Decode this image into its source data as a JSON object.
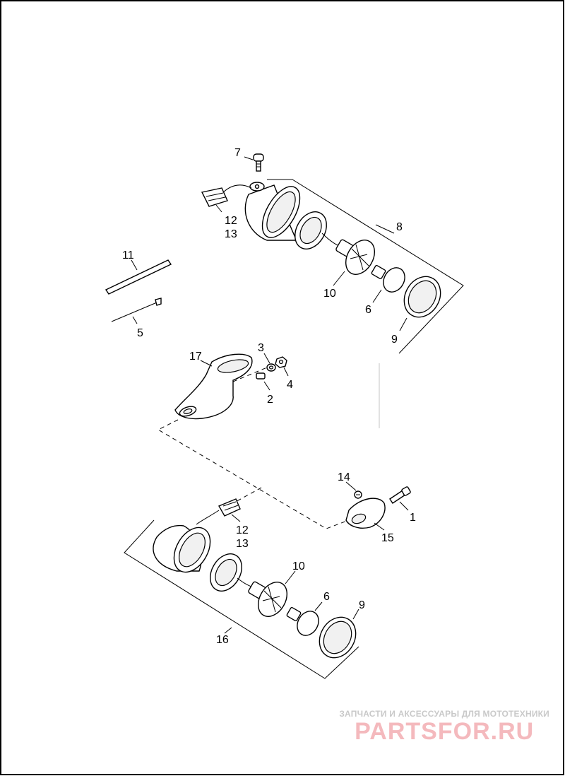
{
  "diagram": {
    "callouts": {
      "c1": "1",
      "c2": "2",
      "c3": "3",
      "c4": "4",
      "c5": "5",
      "c6a": "6",
      "c6b": "6",
      "c7": "7",
      "c8": "8",
      "c9a": "9",
      "c9b": "9",
      "c10a": "10",
      "c10b": "10",
      "c11": "11",
      "c12a": "12",
      "c13a": "13",
      "c12b": "12",
      "c13b": "13",
      "c14": "14",
      "c15": "15",
      "c16": "16",
      "c17": "17"
    }
  },
  "watermark": {
    "caption": "ЗАПЧАСТИ И АКСЕССУАРЫ ДЛЯ МОТОТЕХНИКИ",
    "brand": "PARTSFOR.RU",
    "brand_color": "#f4b9bd",
    "caption_color": "#c9c9c9"
  },
  "colors": {
    "frame": "#000000",
    "background": "#ffffff"
  }
}
